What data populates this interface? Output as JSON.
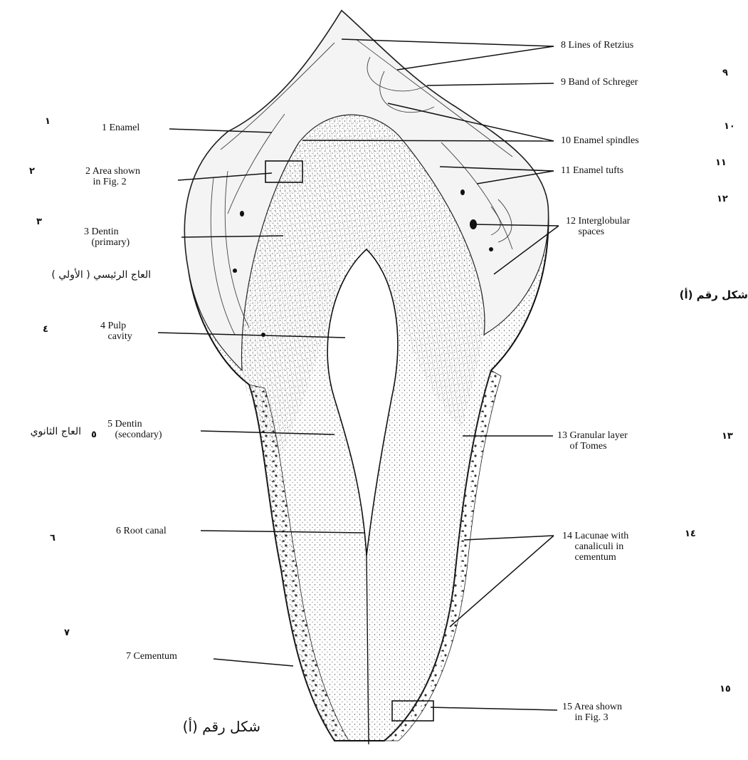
{
  "labels": {
    "l1": "1 Enamel",
    "l2": "2 Area shown\n   in Fig. 2",
    "l3": "3 Dentin\n   (primary)",
    "l4": "4 Pulp\n   cavity",
    "l5": "5 Dentin\n   (secondary)",
    "l6": "6 Root canal",
    "l7": "7 Cementum",
    "l8": "8 Lines of Retzius",
    "l9": "9 Band of Schreger",
    "l10": "10 Enamel spindles",
    "l11": "11 Enamel tufts",
    "l12": "12 Interglobular\n     spaces",
    "l13": "13 Granular layer\n     of Tomes",
    "l14": "14 Lacunae with\n     canaliculi in\n     cementum",
    "l15": "15 Area shown\n     in Fig. 3"
  },
  "arabic": {
    "primary_dentin": "العاج الرئيسي ( الأولي )",
    "secondary_dentin": "العاج الثانوي",
    "caption_bottom": "شكل رقم (أ)",
    "caption_right": "شكل رقم (أ)"
  },
  "arabic_numerals": {
    "n1": "١",
    "n2": "٢",
    "n3": "٣",
    "n4": "٤",
    "n5": "٥",
    "n6": "٦",
    "n7": "٧",
    "n9": "٩",
    "n10": "١٠",
    "n11": "١١",
    "n12": "١٢",
    "n13": "١٣",
    "n14": "١٤",
    "n15": "١٥"
  }
}
